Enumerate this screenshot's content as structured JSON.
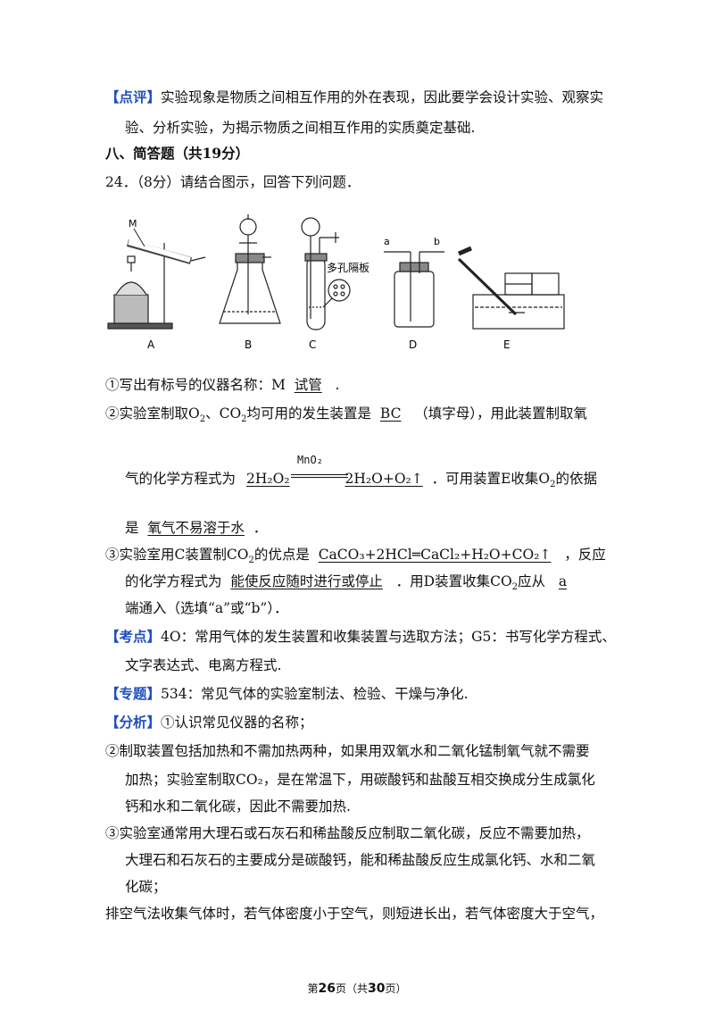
{
  "review": {
    "tag": "【点评】",
    "text1": "实验现象是物质之间相互作用的外在表现，因此要学会设计实验、观察实",
    "text2": "验、分析实验，为揭示物质之间相互作用的实质奠定基础."
  },
  "section": {
    "title": "八、简答题（共19分）"
  },
  "q24": {
    "stem": "24．（8分）请结合图示，回答下列问题．",
    "figure": {
      "label_M": "M",
      "label_a": "a",
      "label_b": "b",
      "plate_label": "多孔隔板",
      "captions": [
        "A",
        "B",
        "C",
        "D",
        "E"
      ]
    },
    "p1": {
      "prefix": "①写出有标号的仪器名称：M",
      "answer": "试管",
      "suffix": "."
    },
    "p2": {
      "prefix": "②实验室制取O",
      "mid": "、CO",
      "mid2": "均可用的发生装置是",
      "answer": "BC",
      "suffix": "（填字母），用此装置制取氧"
    },
    "p2b": {
      "prefix": "气的化学方程式为",
      "catalyst": "MnO₂",
      "eq_left": "2H₂O₂",
      "eq_right": "2H₂O+O₂↑",
      "suffix": "．可用装置E收集O",
      "suffix2": "的依据"
    },
    "p2c": {
      "prefix": "是",
      "answer": "氧气不易溶于水",
      "suffix": "．"
    },
    "p3": {
      "prefix": "③实验室用C装置制CO",
      "mid": "的优点是",
      "answer": "CaCO₃+2HCl═CaCl₂+H₂O+CO₂↑",
      "suffix": "，反应"
    },
    "p3b": {
      "prefix": "的化学方程式为",
      "answer": "能使反应随时进行或停止",
      "mid": "．用D装置收集CO",
      "mid2": "应从",
      "answer2": "a"
    },
    "p3c": {
      "text": "端通入（选填“a”或“b”）．"
    }
  },
  "kaodian": {
    "tag": "【考点】",
    "text1": "4O：常用气体的发生装置和收集装置与选取方法；G5：书写化学方程式、",
    "text2": "文字表达式、电离方程式."
  },
  "zhuanti": {
    "tag": "【专题】",
    "text": "534：常见气体的实验室制法、检验、干燥与净化."
  },
  "fenxi": {
    "tag": "【分析】",
    "text": "①认识常见仪器的名称；",
    "l2a": "②制取装置包括加热和不需加热两种，如果用双氧水和二氧化锰制氧气就不需要",
    "l2b": "加热；实验室制取CO₂，是在常温下，用碳酸钙和盐酸互相交换成分生成氯化",
    "l2c": "钙和水和二氧化碳，因此不需要加热.",
    "l3a": "③实验室通常用大理石或石灰石和稀盐酸反应制取二氧化碳，反应不需要加热，",
    "l3b": "大理石和石灰石的主要成分是碳酸钙，能和稀盐酸反应生成氯化钙、水和二氧",
    "l3c": "化碳；",
    "l4": "排空气法收集气体时，若气体密度小于空气，则短进长出，若气体密度大于空气，"
  },
  "footer": {
    "prefix": "第",
    "page": "26",
    "mid": "页（共",
    "total": "30",
    "suffix": "页）"
  }
}
